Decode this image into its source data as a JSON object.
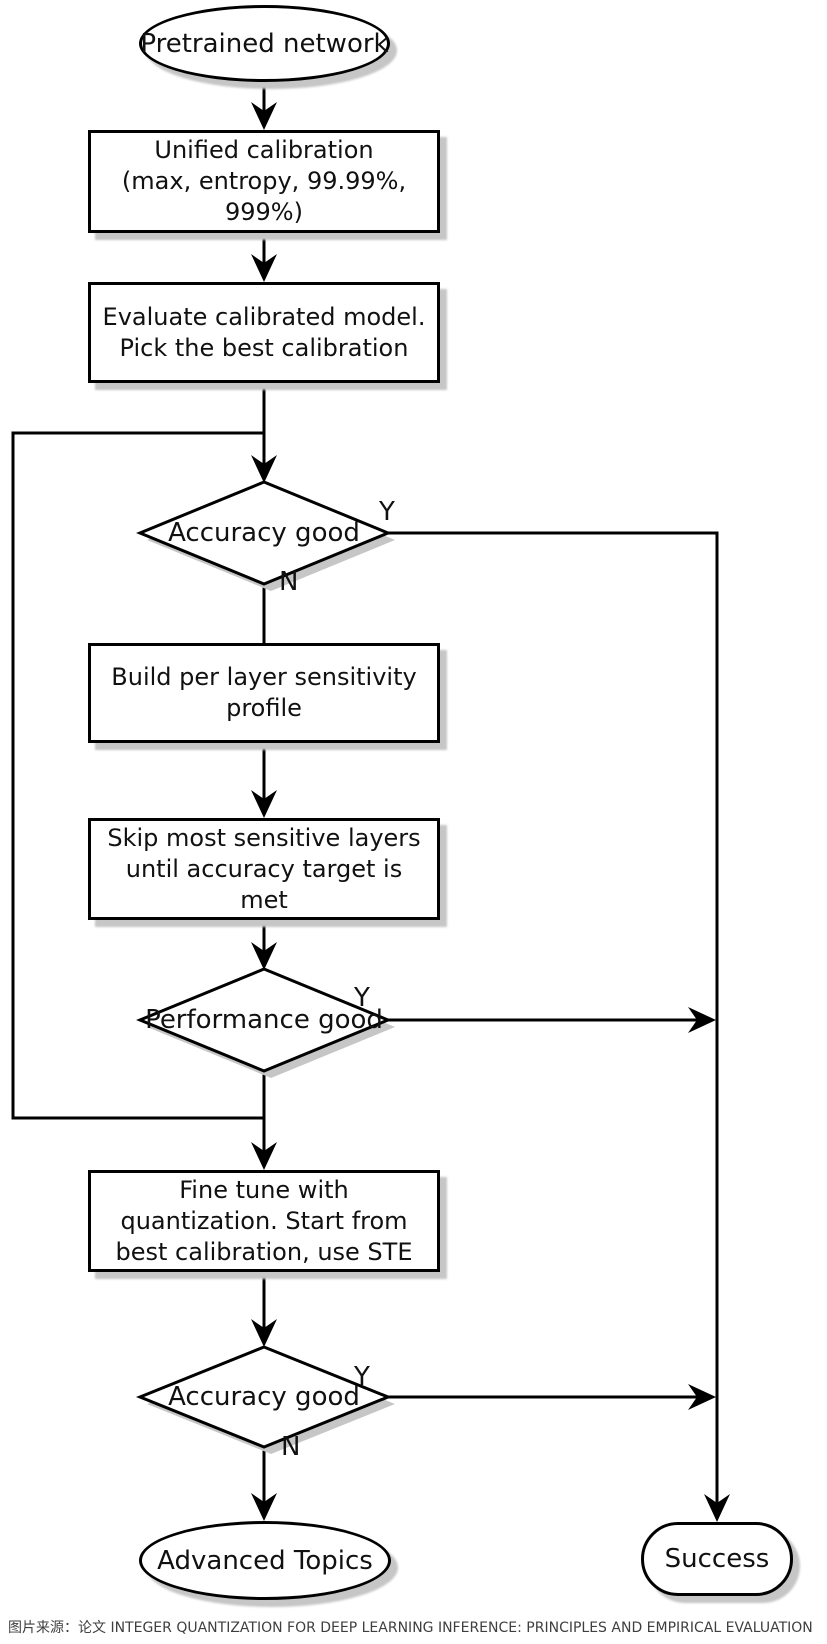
{
  "diagram_type": "flowchart",
  "nodes": {
    "pretrained": {
      "label": "Pretrained network",
      "shape": "terminator"
    },
    "unified": {
      "shape": "process",
      "lines": [
        "Unified calibration",
        "(max, entropy, 99.99%,",
        "999%)"
      ]
    },
    "evaluate": {
      "shape": "process",
      "lines": [
        "Evaluate calibrated model.",
        "Pick the best calibration"
      ]
    },
    "accuracy1": {
      "label": "Accuracy good",
      "shape": "decision"
    },
    "build": {
      "shape": "process",
      "lines": [
        "Build per layer sensitivity",
        "profile"
      ]
    },
    "skip": {
      "shape": "process",
      "lines": [
        "Skip most sensitive layers",
        "until accuracy target is",
        "met"
      ]
    },
    "performance": {
      "label": "Performance good",
      "shape": "decision"
    },
    "finetune": {
      "shape": "process",
      "lines": [
        "Fine tune with",
        "quantization. Start from",
        "best calibration, use STE"
      ]
    },
    "accuracy2": {
      "label": "Accuracy good",
      "shape": "decision"
    },
    "advanced": {
      "label": "Advanced Topics",
      "shape": "terminator"
    },
    "success": {
      "label": "Success",
      "shape": "terminator"
    }
  },
  "branches": {
    "accuracy1_yes": "Y",
    "accuracy1_no": "N",
    "performance_yes": "Y",
    "accuracy2_yes": "Y",
    "accuracy2_no": "N"
  },
  "edges": [
    {
      "from": "pretrained",
      "to": "unified"
    },
    {
      "from": "unified",
      "to": "evaluate"
    },
    {
      "from": "evaluate",
      "to": "accuracy1"
    },
    {
      "from": "accuracy1",
      "to": "success",
      "label": "Y"
    },
    {
      "from": "accuracy1",
      "to": "build",
      "label": "N"
    },
    {
      "from": "build",
      "to": "skip"
    },
    {
      "from": "skip",
      "to": "performance"
    },
    {
      "from": "performance",
      "to": "success",
      "label": "Y"
    },
    {
      "from": "performance",
      "to": "finetune"
    },
    {
      "from": "evaluate",
      "to": "finetune",
      "via": "left-bypass-line"
    },
    {
      "from": "finetune",
      "to": "accuracy2"
    },
    {
      "from": "accuracy2",
      "to": "success",
      "label": "Y"
    },
    {
      "from": "accuracy2",
      "to": "advanced",
      "label": "N"
    }
  ],
  "caption": "图片来源：论文 INTEGER QUANTIZATION FOR DEEP LEARNING INFERENCE: PRINCIPLES AND EMPIRICAL EVALUATION",
  "colors": {
    "stroke": "#000000",
    "node_fill": "#ffffff",
    "shadow": "#c6c6c6",
    "text": "#111111",
    "caption_text": "#3f3f3f",
    "background": "#ffffff"
  }
}
